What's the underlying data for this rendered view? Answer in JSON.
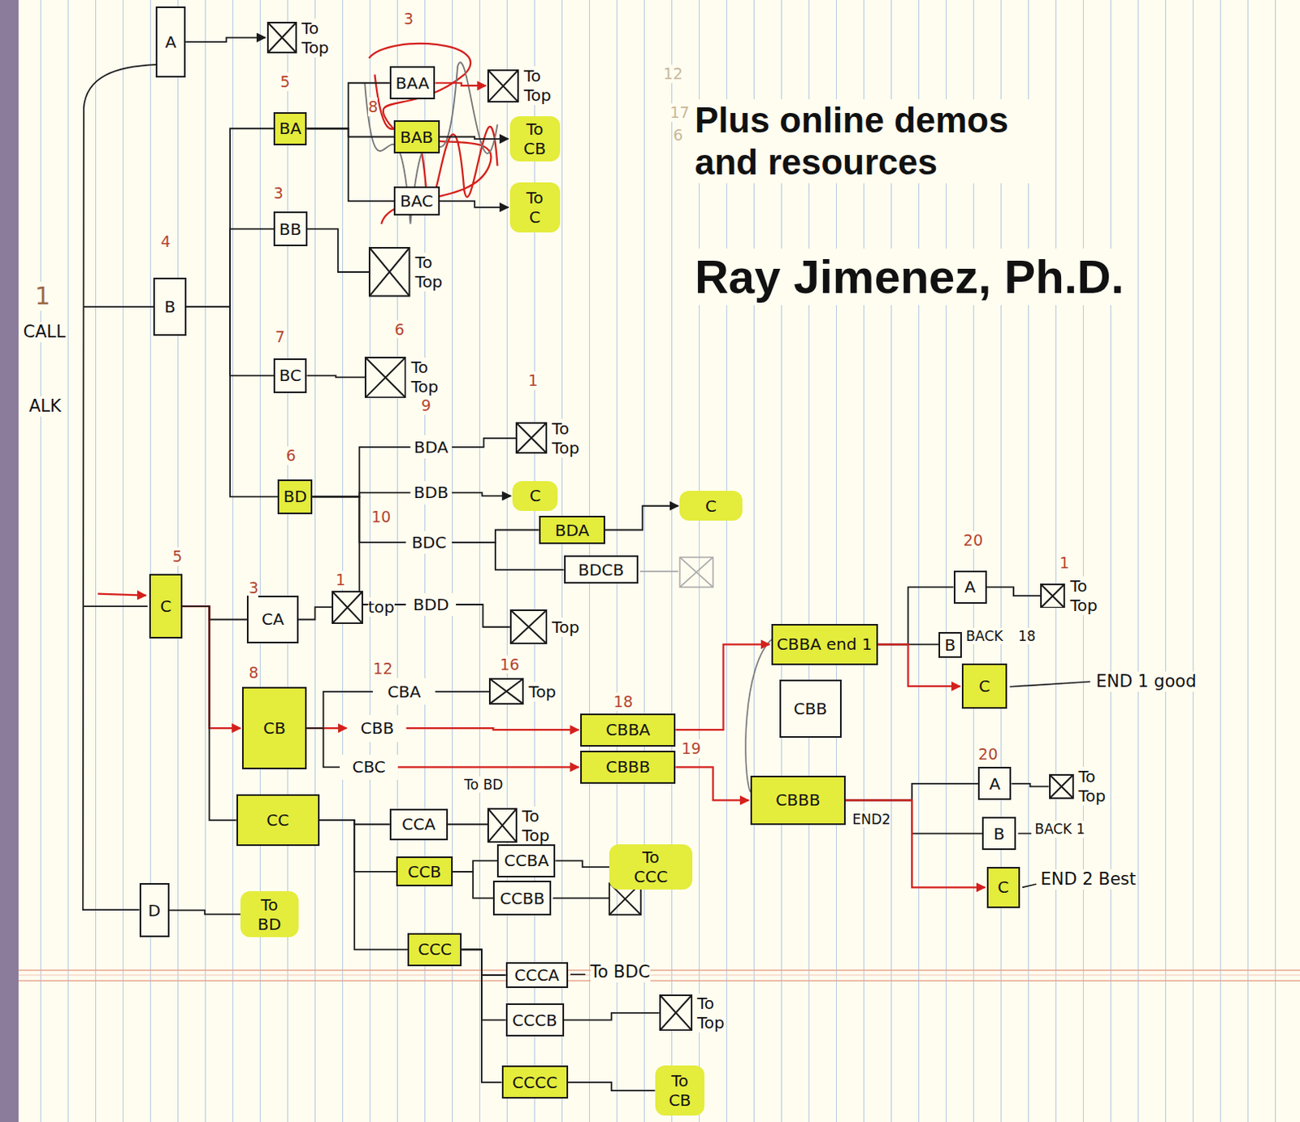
{
  "diagram": {
    "nodes": [
      {
        "text": [
          "A"
        ]
      },
      {
        "text": [
          "To Top"
        ]
      },
      {
        "text": [
          "B"
        ]
      },
      {
        "text": [
          "BA"
        ]
      },
      {
        "text": [
          "BAA"
        ]
      },
      {
        "text": [
          "To Top"
        ]
      },
      {
        "text": [
          "BAB"
        ]
      },
      {
        "text": [
          "To CB"
        ]
      },
      {
        "text": [
          "BAC"
        ]
      },
      {
        "text": [
          "To C"
        ]
      },
      {
        "text": [
          "BB"
        ]
      },
      {
        "text": [
          "To Top"
        ]
      },
      {
        "text": [
          "BC"
        ]
      },
      {
        "text": [
          "To Top"
        ]
      },
      {
        "text": [
          "BD"
        ]
      },
      {
        "text": [
          "BDA"
        ]
      },
      {
        "text": [
          "To Top"
        ]
      },
      {
        "text": [
          "BDB"
        ]
      },
      {
        "text": [
          "C"
        ]
      },
      {
        "text": [
          "BDC"
        ]
      },
      {
        "text": [
          "BDA"
        ]
      },
      {
        "text": [
          "C"
        ]
      },
      {
        "text": [
          "BDCB"
        ]
      },
      {
        "text": [
          "BDD"
        ]
      },
      {
        "text": [
          "Top"
        ]
      },
      {
        "text": [
          "C"
        ]
      },
      {
        "text": [
          "CA"
        ]
      },
      {
        "text": [
          "top"
        ]
      },
      {
        "text": [
          "CB"
        ]
      },
      {
        "text": [
          "CBA"
        ]
      },
      {
        "text": [
          "Top"
        ]
      },
      {
        "text": [
          "CBB"
        ]
      },
      {
        "text": [
          "CBC"
        ]
      },
      {
        "text": [
          "CBBA"
        ]
      },
      {
        "text": [
          "CBBB"
        ]
      },
      {
        "text": [
          "CBBA end 1"
        ]
      },
      {
        "text": [
          "CBB"
        ]
      },
      {
        "text": [
          "CBBB"
        ]
      },
      {
        "text": [
          "A"
        ]
      },
      {
        "text": [
          "To Top"
        ]
      },
      {
        "text": [
          "B"
        ]
      },
      {
        "text": [
          "C"
        ]
      },
      {
        "text": [
          "A"
        ]
      },
      {
        "text": [
          "To Top"
        ]
      },
      {
        "text": [
          "B"
        ]
      },
      {
        "text": [
          "C"
        ]
      },
      {
        "text": [
          "CC"
        ]
      },
      {
        "text": [
          "CCA"
        ]
      },
      {
        "text": [
          "To Top"
        ]
      },
      {
        "text": [
          "CCB"
        ]
      },
      {
        "text": [
          "CCBA"
        ]
      },
      {
        "text": [
          "To CCC"
        ]
      },
      {
        "text": [
          "CCBB"
        ]
      },
      {
        "text": [
          "CCC"
        ]
      },
      {
        "text": [
          "CCCA"
        ]
      },
      {
        "text": [
          "CCCB"
        ]
      },
      {
        "text": [
          "To Top"
        ]
      },
      {
        "text": [
          "CCCC"
        ]
      },
      {
        "text": [
          "To CB"
        ]
      },
      {
        "text": [
          "D"
        ]
      },
      {
        "text": [
          "To BD"
        ]
      }
    ],
    "edges": [
      {
        "from": 0,
        "to": 1,
        "arrow": "to"
      },
      {
        "from": 2,
        "to": 3,
        "arrow": "none"
      },
      {
        "from": 2,
        "to": 10,
        "arrow": "none"
      },
      {
        "from": 2,
        "to": 12,
        "arrow": "none"
      },
      {
        "from": 2,
        "to": 14,
        "arrow": "none"
      },
      {
        "from": 3,
        "to": 4,
        "arrow": "none"
      },
      {
        "from": 3,
        "to": 6,
        "arrow": "none"
      },
      {
        "from": 3,
        "to": 8,
        "arrow": "none"
      },
      {
        "from": 4,
        "to": 5,
        "arrow": "to"
      },
      {
        "from": 6,
        "to": 7,
        "arrow": "to"
      },
      {
        "from": 8,
        "to": 9,
        "arrow": "to"
      },
      {
        "from": 10,
        "to": 11,
        "arrow": "none"
      },
      {
        "from": 12,
        "to": 13,
        "arrow": "none"
      },
      {
        "from": 14,
        "to": 15,
        "arrow": "none"
      },
      {
        "from": 14,
        "to": 17,
        "arrow": "none"
      },
      {
        "from": 14,
        "to": 19,
        "arrow": "none"
      },
      {
        "from": 14,
        "to": 23,
        "arrow": "none"
      },
      {
        "from": 15,
        "to": 16,
        "arrow": "none"
      },
      {
        "from": 17,
        "to": 18,
        "arrow": "to"
      },
      {
        "from": 19,
        "to": 20,
        "arrow": "none"
      },
      {
        "from": 19,
        "to": 22,
        "arrow": "none"
      },
      {
        "from": 20,
        "to": 21,
        "arrow": "to"
      },
      {
        "from": 23,
        "to": 24,
        "arrow": "none"
      },
      {
        "from": 25,
        "to": 26,
        "arrow": "none"
      },
      {
        "from": 25,
        "to": 28,
        "arrow": "to"
      },
      {
        "from": 25,
        "to": 46,
        "arrow": "none"
      },
      {
        "from": 26,
        "to": 27,
        "arrow": "none"
      },
      {
        "from": 28,
        "to": 29,
        "arrow": "none"
      },
      {
        "from": 28,
        "to": 31,
        "arrow": "to"
      },
      {
        "from": 28,
        "to": 32,
        "arrow": "none"
      },
      {
        "from": 29,
        "to": 30,
        "arrow": "none"
      },
      {
        "from": 31,
        "to": 33,
        "arrow": "to"
      },
      {
        "from": 32,
        "to": 34,
        "arrow": "to"
      },
      {
        "from": 33,
        "to": 35,
        "arrow": "to"
      },
      {
        "from": 34,
        "to": 37,
        "arrow": "to"
      },
      {
        "from": 35,
        "to": 38,
        "arrow": "none"
      },
      {
        "from": 35,
        "to": 40,
        "arrow": "none"
      },
      {
        "from": 35,
        "to": 41,
        "arrow": "to"
      },
      {
        "from": 37,
        "to": 42,
        "arrow": "none"
      },
      {
        "from": 37,
        "to": 44,
        "arrow": "none"
      },
      {
        "from": 37,
        "to": 45,
        "arrow": "to"
      },
      {
        "from": 38,
        "to": 39,
        "arrow": "none"
      },
      {
        "from": 42,
        "to": 43,
        "arrow": "none"
      },
      {
        "from": 46,
        "to": 47,
        "arrow": "none"
      },
      {
        "from": 46,
        "to": 49,
        "arrow": "none"
      },
      {
        "from": 46,
        "to": 53,
        "arrow": "none"
      },
      {
        "from": 47,
        "to": 48,
        "arrow": "none"
      },
      {
        "from": 49,
        "to": 50,
        "arrow": "none"
      },
      {
        "from": 49,
        "to": 52,
        "arrow": "none"
      },
      {
        "from": 50,
        "to": 51,
        "arrow": "none"
      },
      {
        "from": 53,
        "to": 54,
        "arrow": "none"
      },
      {
        "from": 53,
        "to": 55,
        "arrow": "none"
      },
      {
        "from": 53,
        "to": 57,
        "arrow": "none"
      },
      {
        "from": 55,
        "to": 56,
        "arrow": "none"
      },
      {
        "from": 57,
        "to": 58,
        "arrow": "none"
      },
      {
        "from": 59,
        "to": 60,
        "arrow": "none"
      }
    ],
    "labels": [
      "Plus online demos and resources",
      "Ray Jimenez, Ph.D.",
      "1",
      "CALL",
      "ALK",
      "3",
      "5",
      "12",
      "17",
      "6",
      "8",
      "3",
      "4",
      "7",
      "6",
      "6",
      "9",
      "10",
      "5",
      "3",
      "12",
      "16",
      "18",
      "8",
      "19",
      "To BD",
      "20",
      "BACK",
      "18",
      "END 1 good",
      "20",
      "BACK 1",
      "END 2 Best",
      "END2",
      "To BDC",
      "1",
      "1",
      "1"
    ]
  }
}
